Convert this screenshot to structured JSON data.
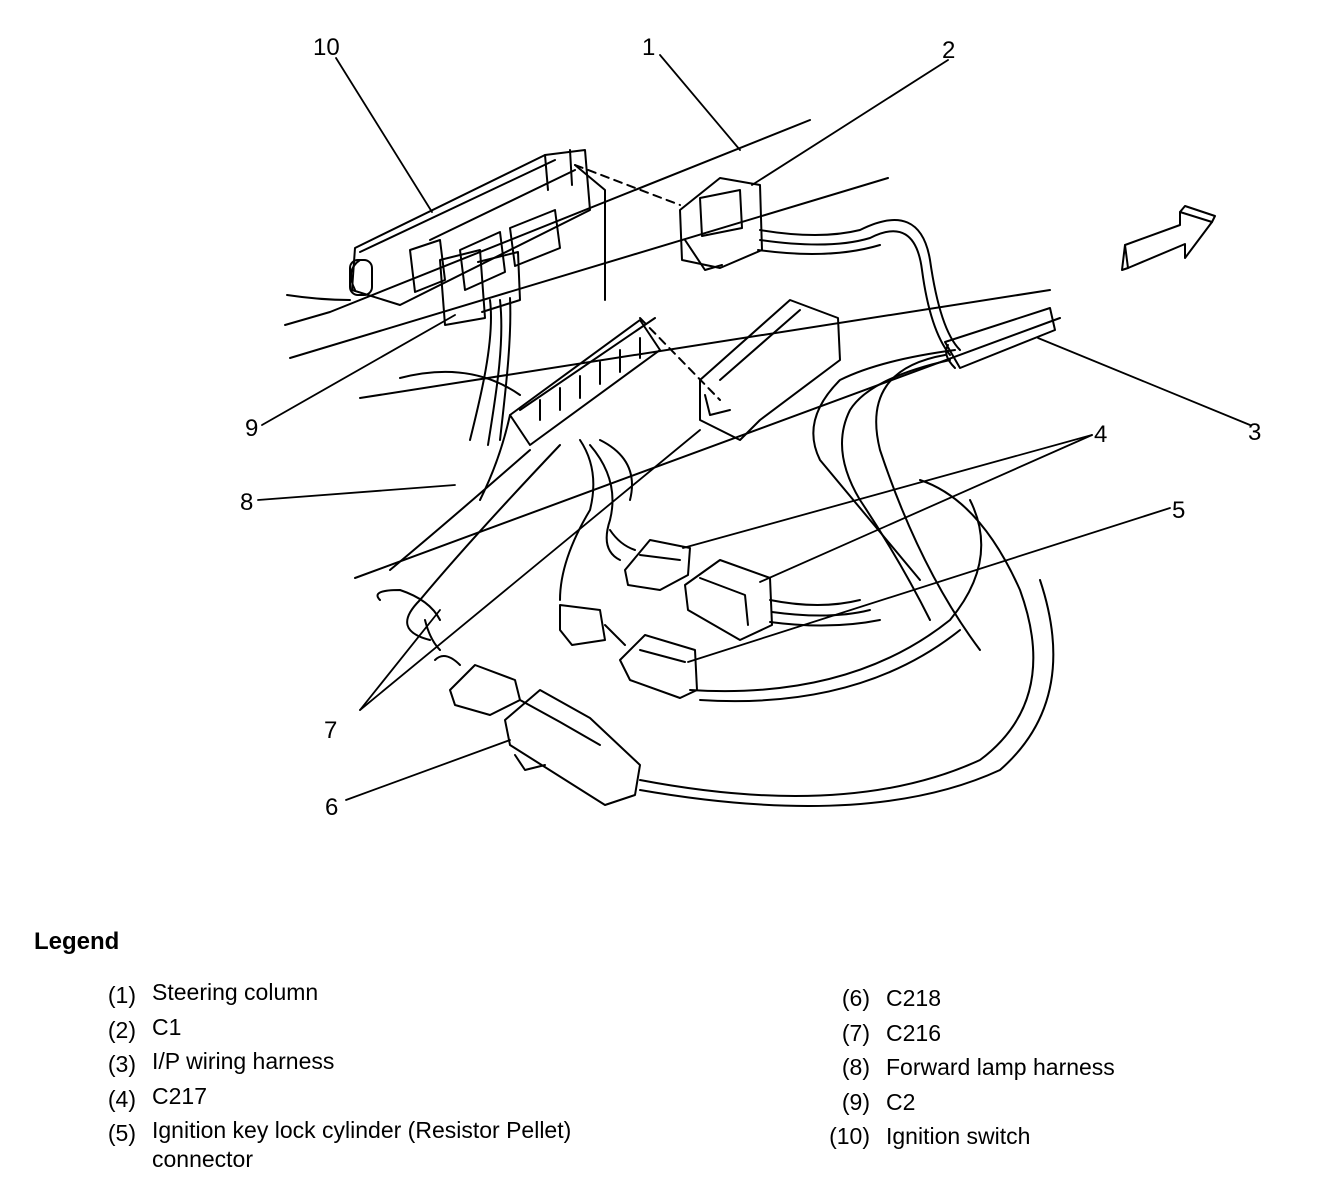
{
  "callouts": [
    "1",
    "2",
    "3",
    "4",
    "5",
    "6",
    "7",
    "8",
    "9",
    "10"
  ],
  "legend": {
    "title": "Legend",
    "items": [
      {
        "num": "(1)",
        "text": "Steering column"
      },
      {
        "num": "(2)",
        "text": "C1"
      },
      {
        "num": "(3)",
        "text": "I/P wiring harness"
      },
      {
        "num": "(4)",
        "text": "C217"
      },
      {
        "num": "(5)",
        "text": "Ignition key lock cylinder (Resistor Pellet) connector"
      },
      {
        "num": "(6)",
        "text": "C218"
      },
      {
        "num": "(7)",
        "text": "C216"
      },
      {
        "num": "(8)",
        "text": "Forward lamp harness"
      },
      {
        "num": "(9)",
        "text": "C2"
      },
      {
        "num": "(10)",
        "text": "Ignition switch"
      }
    ]
  }
}
